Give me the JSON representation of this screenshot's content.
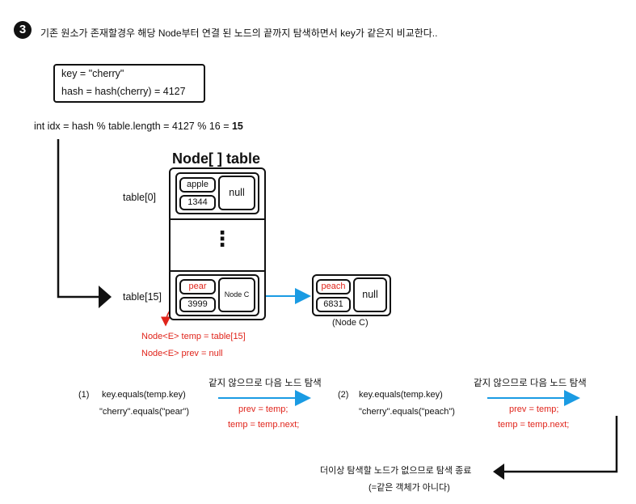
{
  "step": {
    "number": "3",
    "description": "기존 원소가 존재할경우 해당 Node부터 연결 된 노드의 끝까지 탐색하면서 key가 같은지 비교한다.."
  },
  "keybox": {
    "line1": "key = \"cherry\"",
    "line2": "hash = hash(cherry) = 4127"
  },
  "index_calc": {
    "text": "int idx = hash % table.length = 4127 % 16 = ",
    "result": "15"
  },
  "table": {
    "title": "Node[ ] table",
    "label_0": "table[0]",
    "label_15": "table[15]",
    "row0": {
      "key": "apple",
      "hash": "1344",
      "next": "null"
    },
    "row15": {
      "key": "pear",
      "hash": "3999",
      "next": "Node C"
    },
    "ellipsis": "⋮"
  },
  "node_c": {
    "key": "peach",
    "hash": "6831",
    "next": "null",
    "caption": "(Node C)"
  },
  "temp_vars": {
    "temp": "Node<E> temp = table[15]",
    "prev": "Node<E> prev = null"
  },
  "compare1": {
    "index": "(1)",
    "line1": "key.equals(temp.key)",
    "line2": "\"cherry\".equals(\"pear\")",
    "arrow_label": "같지 않으므로 다음 노드 탐색",
    "action1": "prev = temp;",
    "action2": "temp = temp.next;"
  },
  "compare2": {
    "index": "(2)",
    "line1": "key.equals(temp.key)",
    "line2": "\"cherry\".equals(\"peach\")",
    "arrow_label": "같지 않으므로 다음 노드 탐색",
    "action1": "prev = temp;",
    "action2": "temp = temp.next;"
  },
  "conclusion": {
    "line1": "더이상 탐색할 노드가 없으므로 탐색 종료",
    "line2": "(=같은 객체가 아니다)"
  },
  "colors": {
    "red": "#e0241b",
    "blue": "#1a9be3",
    "black": "#111111"
  }
}
